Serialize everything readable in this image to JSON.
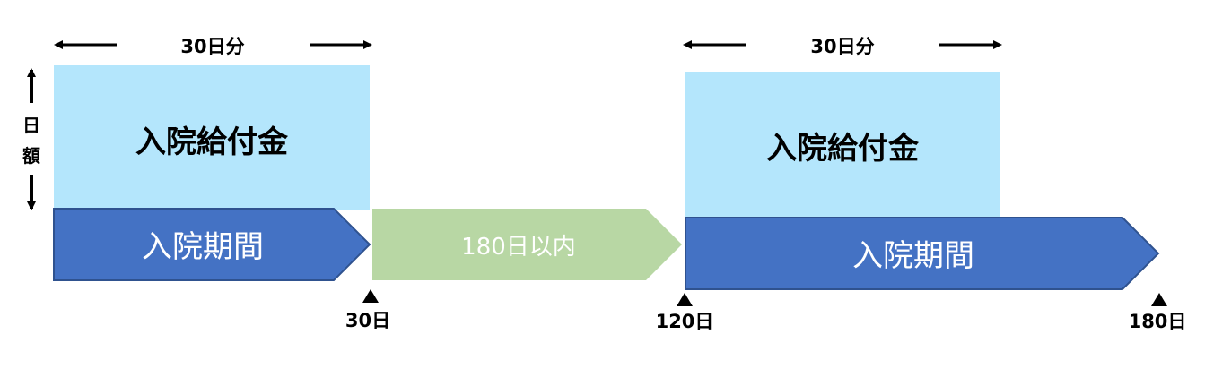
{
  "colors": {
    "benefit_box": "#b4e6fc",
    "hospital_arrow": "#4472c4",
    "hospital_arrow_border": "#2f528f",
    "interval_arrow": "#b8d7a4",
    "arrow_text": "#ffffff",
    "label_text": "#000000"
  },
  "vertical_axis": {
    "label_top": "日",
    "label_bottom": "額",
    "up_icon": "arrow-up",
    "down_icon": "arrow-down"
  },
  "periods": [
    {
      "span_label": "30日分",
      "benefit_label": "入院給付金",
      "hospital_label": "入院期間"
    },
    {
      "span_label": "30日分",
      "benefit_label": "入院給付金",
      "hospital_label": "入院期間"
    }
  ],
  "interval": {
    "label": "180日以内"
  },
  "markers": [
    {
      "label": "30日"
    },
    {
      "label": "120日"
    },
    {
      "label": "180日"
    }
  ]
}
